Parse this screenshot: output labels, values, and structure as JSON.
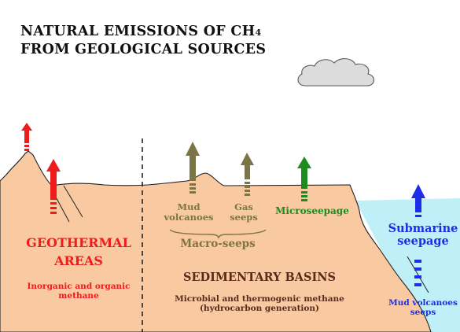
{
  "title": {
    "line1": "NATURAL EMISSIONS OF CH",
    "line1_sub": "4",
    "line2": "FROM GEOLOGICAL SOURCES"
  },
  "geothermal": {
    "title_l1": "GEOTHERMAL",
    "title_l2": "AREAS",
    "sub_l1": "Inorganic and organic",
    "sub_l2": "methane"
  },
  "macro": {
    "mud_l1": "Mud",
    "mud_l2": "volcanoes",
    "gas_l1": "Gas",
    "gas_l2": "seeps",
    "group_label": "Macro-seeps"
  },
  "microseepage": "Microseepage",
  "sedimentary": {
    "title": "SEDIMENTARY BASINS",
    "sub_l1": "Microbial and thermogenic methane",
    "sub_l2": "(hydrocarbon generation)"
  },
  "submarine": {
    "title_l1": "Submarine",
    "title_l2": "seepage",
    "mud_l1": "Mud volcanoes",
    "mud_l2": "seeps"
  },
  "colors": {
    "land": "#f9c9a1",
    "sea": "#bfeff7",
    "geothermal_red": "#ee1c1c",
    "macro_olive": "#7b7545",
    "micro_green": "#1e8b1e",
    "submarine_blue": "#1e2ee8",
    "text_dark": "#5a2a1a",
    "cloud": "#dcdcdc"
  }
}
